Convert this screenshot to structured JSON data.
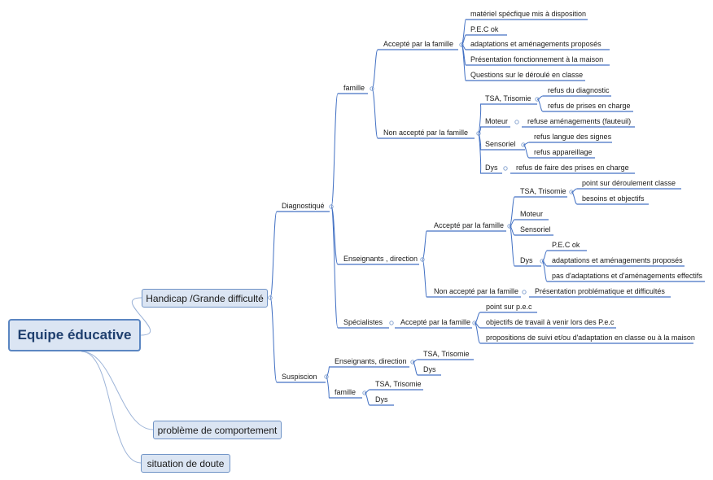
{
  "root": "Equipe éducative",
  "branches": {
    "handicap": "Handicap /Grande difficulté",
    "comportement": "problème de comportement",
    "doute": "situation de doute"
  },
  "diagnostique": {
    "label": "Diagnostiqué",
    "famille": {
      "label": "famille",
      "accepte": {
        "label": "Accepté par la famille",
        "items": [
          "matériel spécfique mis à disposition",
          "P.E.C ok",
          "adaptations et aménagements proposés",
          "Présentation fonctionnement à la maison",
          "Questions sur le déroulé en classe"
        ]
      },
      "non_accepte": {
        "label": "Non accepté par la famille",
        "tsa": {
          "label": "TSA, Trisomie",
          "items": [
            "refus du diagnostic",
            "refus de prises en charge"
          ]
        },
        "moteur": {
          "label": "Moteur",
          "items": [
            "refuse aménagements (fauteuil)"
          ]
        },
        "sensoriel": {
          "label": "Sensoriel",
          "items": [
            "refus langue des signes",
            "refus appareillage"
          ]
        },
        "dys": {
          "label": "Dys",
          "items": [
            "refus  de faire des  prises en charge"
          ]
        }
      }
    },
    "enseignants": {
      "label": "Enseignants , direction",
      "accepte": {
        "label": "Accepté par la famille",
        "tsa": {
          "label": "TSA, Trisomie",
          "items": [
            "point sur déroulement classe",
            "besoins et objectifs"
          ]
        },
        "moteur": "Moteur",
        "sensoriel": "Sensoriel",
        "dys": {
          "label": "Dys",
          "items": [
            "P.E.C ok",
            "adaptations et aménagements proposés",
            "pas d'adaptations et d'aménagements effectifs"
          ]
        }
      },
      "non_accepte": {
        "label": "Non accepté par la famille",
        "items": [
          "Présentation problématique et difficultés"
        ]
      }
    },
    "specialistes": {
      "label": "Spécialistes",
      "accepte": {
        "label": "Accepté par la famille",
        "items": [
          "point sur p.e.c",
          "objectifs de travail à venir lors des P.e.c",
          "propositions de suivi et/ou d'adaptation en classe ou à la maison"
        ]
      }
    }
  },
  "suspicion": {
    "label": "Suspiscion",
    "enseignants": {
      "label": "Enseignants, direction",
      "items": [
        "TSA, Trisomie",
        "Dys"
      ]
    },
    "famille": {
      "label": "famille",
      "items": [
        "TSA, Trisomie",
        "Dys"
      ]
    }
  },
  "colors": {
    "line": "#4472c4",
    "connector": "#9db4d8",
    "box_fill": "#dbe5f3",
    "box_border": "#6f93c6",
    "root_text": "#1f3f6e"
  }
}
